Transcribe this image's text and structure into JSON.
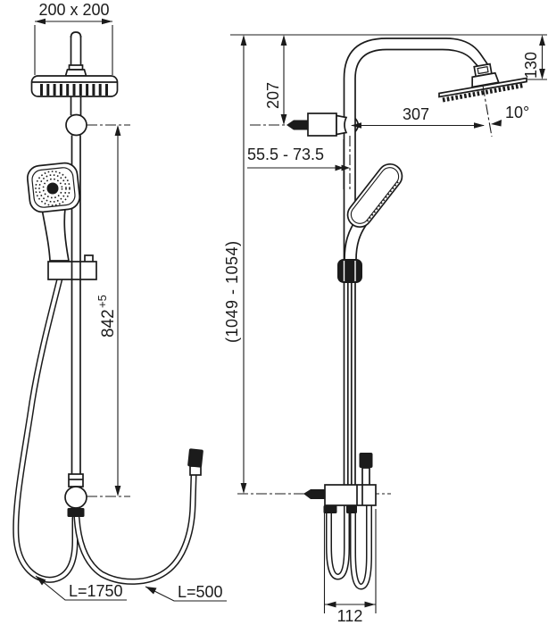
{
  "labels": {
    "head_size": "200 x 200",
    "rail_height": "842",
    "rail_height_tol": "+5",
    "hose_long": "L=1750",
    "hose_short": "L=500",
    "overall_height": "(1049 - 1054)",
    "head_offset_top": "207",
    "head_drop": "130",
    "head_reach": "307",
    "head_angle": "10°",
    "wall_clearance": "55.5 - 73.5",
    "outlet_width": "112"
  }
}
